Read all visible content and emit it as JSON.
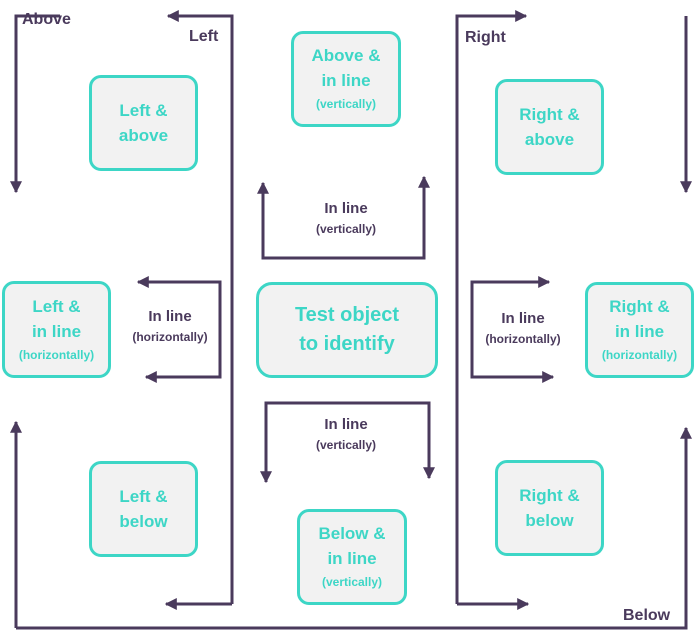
{
  "edges": {
    "above": "Above",
    "left": "Left",
    "right": "Right",
    "below": "Below"
  },
  "boxes": {
    "left_above": {
      "line1": "Left &",
      "line2": "above"
    },
    "above_inline": {
      "line1": "Above &",
      "line2": "in line",
      "sub": "(vertically)"
    },
    "right_above": {
      "line1": "Right &",
      "line2": "above"
    },
    "left_inline": {
      "line1": "Left &",
      "line2": "in line",
      "sub": "(horizontally)"
    },
    "center": {
      "line1": "Test object",
      "line2": "to identify"
    },
    "right_inline": {
      "line1": "Right &",
      "line2": "in line",
      "sub": "(horizontally)"
    },
    "left_below": {
      "line1": "Left &",
      "line2": "below"
    },
    "below_inline": {
      "line1": "Below &",
      "line2": "in line",
      "sub": "(vertically)"
    },
    "right_below": {
      "line1": "Right &",
      "line2": "below"
    }
  },
  "labels": {
    "inline_top": {
      "main": "In line",
      "sub": "(vertically)"
    },
    "inline_left": {
      "main": "In line",
      "sub": "(horizontally)"
    },
    "inline_right": {
      "main": "In line",
      "sub": "(horizontally)"
    },
    "inline_bottom": {
      "main": "In line",
      "sub": "(vertically)"
    }
  },
  "colors": {
    "arrow": "#4a3a5c",
    "box_border": "#3dd6c6",
    "box_fill": "#f2f2f2",
    "box_text": "#3dd6c6"
  }
}
